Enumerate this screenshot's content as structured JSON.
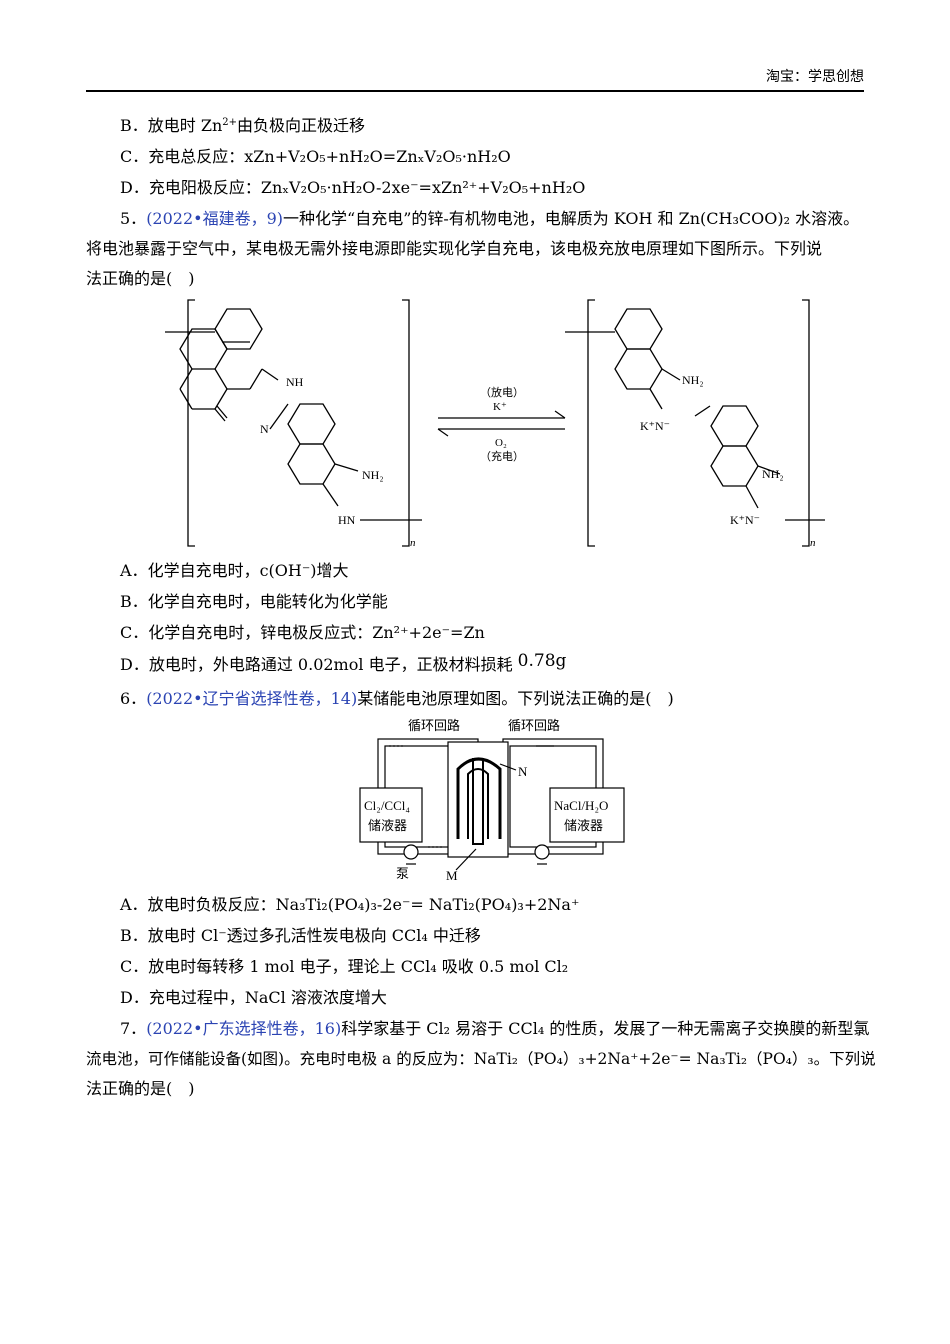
{
  "header": {
    "text": "淘宝：学思创想"
  },
  "q4_options": [
    {
      "letter": "B．",
      "pre": "放电时 Zn",
      "sup1": "2+",
      "post": "由负极向正极迁移"
    },
    {
      "letter": "C．",
      "text": "充电总反应：xZn+V₂O₅+nH₂O=ZnₓV₂O₅·nH₂O"
    },
    {
      "letter": "D．",
      "text": "充电阳极反应：ZnₓV₂O₅·nH₂O-2xe⁻=xZn²⁺+V₂O₅+nH₂O"
    }
  ],
  "q5": {
    "num": "5．",
    "source": "(2022•福建卷，9)",
    "line1": "一种化学“自充电”的锌-有机物电池，电解质为 KOH 和 Zn(CH₃COO)₂ 水溶液。",
    "line2": "将电池暴露于空气中，某电极无需外接电源即能实现化学自充电，该电极充放电原理如下图所示。下列说",
    "line3": "法正确的是(　)",
    "figure": {
      "left_nh": "NH",
      "left_n": "N",
      "left_nh2": "NH₂",
      "left_hn": "HN",
      "n_sub": "n",
      "arrow_top1": "（放电）",
      "arrow_top2": "K⁺",
      "arrow_bot1": "O₂",
      "arrow_bot2": "（充电）",
      "right_nh2a": "NH₂",
      "right_kn1": "K⁺N⁻",
      "right_nh2b": "NH₂",
      "right_kn2": "K⁺N⁻"
    },
    "options": [
      {
        "letter": "A．",
        "text": "化学自充电时，c(OH⁻)增大"
      },
      {
        "letter": "B．",
        "text": "化学自充电时，电能转化为化学能"
      },
      {
        "letter": "C．",
        "text": "化学自充电时，锌电极反应式：Zn²⁺+2e⁻=Zn"
      },
      {
        "letter": "D．",
        "text": "放电时，外电路通过 0.02mol 电子，正极材料损耗",
        "tail": "0.78g"
      }
    ]
  },
  "q6": {
    "num": "6．",
    "source": "(2022•辽宁省选择性卷，14)",
    "stem": "某储能电池原理如图。下列说法正确的是(　)",
    "figure": {
      "loop_left": "循环回路",
      "loop_right": "循环回路",
      "left_tank1": "Cl₂/CCl₄",
      "left_tank2": "储液器",
      "right_tank1": "NaCl/H₂O",
      "right_tank2": "储液器",
      "label_n": "N",
      "label_m": "M",
      "label_pump": "泵"
    },
    "options": [
      {
        "letter": "A．",
        "text": "放电时负极反应：Na₃Ti₂(PO₄)₃-2e⁻= NaTi₂(PO₄)₃+2Na⁺"
      },
      {
        "letter": "B．",
        "text": "放电时 Cl⁻透过多孔活性炭电极向 CCl₄ 中迁移"
      },
      {
        "letter": "C．",
        "text": "放电时每转移 1 mol 电子，理论上 CCl₄ 吸收 0.5 mol Cl₂"
      },
      {
        "letter": "D．",
        "text": "充电过程中，NaCl 溶液浓度增大"
      }
    ]
  },
  "q7": {
    "num": "7．",
    "source": "(2022•广东选择性卷，16)",
    "line1": "科学家基于 Cl₂ 易溶于 CCl₄ 的性质，发展了一种无需离子交换膜的新型氯",
    "line2": "流电池，可作储能设备(如图)。充电时电极 a 的反应为：NaTi₂（PO₄）₃+2Na⁺+2e⁻= Na₃Ti₂（PO₄）₃。下列说",
    "line3": "法正确的是(　)"
  }
}
